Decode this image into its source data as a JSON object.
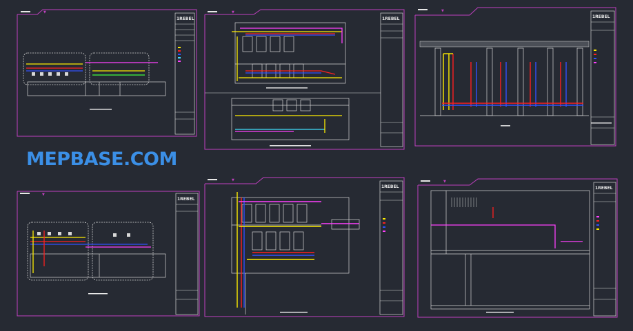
{
  "brand": {
    "text": "MEPBASE.COM",
    "color": "#3b8fe6"
  },
  "colors": {
    "background": "#262a33",
    "border": "#c040c0",
    "line": "#d8d8d8",
    "hot_water": "#ff2020",
    "cold_water": "#3050ff",
    "drain": "#ffee00",
    "vent": "#ff40ff",
    "supply": "#40e0ff",
    "gas": "#40ff40"
  },
  "sheets": [
    {
      "id": "sheet-1",
      "title_block_logo": "1REBEL"
    },
    {
      "id": "sheet-2",
      "title_block_logo": "1REBEL"
    },
    {
      "id": "sheet-3",
      "title_block_logo": "1REBEL"
    },
    {
      "id": "sheet-4",
      "title_block_logo": "1REBEL"
    },
    {
      "id": "sheet-5",
      "title_block_logo": "1REBEL"
    },
    {
      "id": "sheet-6",
      "title_block_logo": "1REBEL"
    }
  ]
}
